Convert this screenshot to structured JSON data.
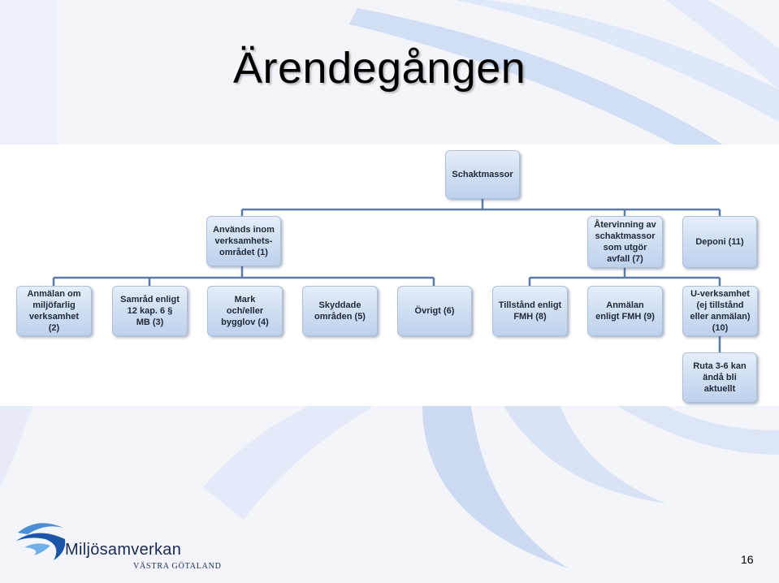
{
  "slide": {
    "title": "Ärendegången",
    "page_number": "16"
  },
  "logo": {
    "name": "Miljösamverkan",
    "region": "VÄSTRA GÖTALAND",
    "icon": "swirl-logo-icon"
  },
  "diagram": {
    "root": "Schaktmassor",
    "level1": {
      "used_within": "Används inom\nverksamhets-\nområdet (1)",
      "recycling": "Återvinning av\nschaktmassor\nsom utgör\navfall (7)",
      "deposit": "Deponi (11)"
    },
    "level2": {
      "notification_env": "Anmälan om\nmiljöfarlig\nverksamhet\n(2)",
      "consultation": "Samråd enligt\n12 kap. 6 §\nMB (3)",
      "ground_permit": "Mark\noch/eller\nbygglov (4)",
      "protected_areas": "Skyddade\nområden (5)",
      "other": "Övrigt (6)",
      "permit_fmh": "Tillstånd enligt\nFMH (8)",
      "notification_fmh": "Anmälan\nenligt FMH (9)",
      "u_operation": "U-verksamhet\n(ej tillstånd\neller anmälan)\n(10)"
    },
    "level3": {
      "boxes_3_6": "Ruta 3-6 kan\nändå bli\naktuellt"
    }
  },
  "colors": {
    "box_fill_top": "#e6eef9",
    "box_fill_bottom": "#bed1ec",
    "connector": "#5c7aa8",
    "logo_blue": "#1a2a55",
    "swirl_light": "#c9d8f2"
  }
}
